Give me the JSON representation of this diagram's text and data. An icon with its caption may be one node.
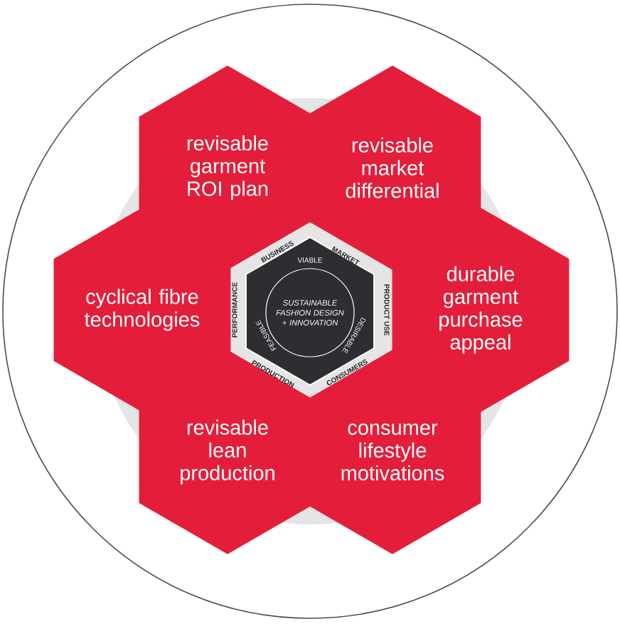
{
  "diagram": {
    "nodes": [
      {
        "text": [
          "revisable garment ROI plan"
        ]
      },
      {
        "text": [
          "revisable market differential"
        ]
      },
      {
        "text": [
          "cyclical fibre technologies"
        ]
      },
      {
        "text": [
          "durable garment purchase appeal"
        ]
      },
      {
        "text": [
          "revisable lean production"
        ]
      },
      {
        "text": [
          "consumer lifestyle motivations"
        ]
      },
      {
        "text": [
          "VIABLE",
          "DESIRABLE",
          "FEASIBLE"
        ]
      },
      {
        "text": [
          "SUSTAINABLE FASHION DESIGN + INNOVATION"
        ],
        "in": 6
      }
    ],
    "labels": [
      "BUSINESS",
      "MARKET",
      "PERFORMANCE",
      "PRODUCT USE",
      "PRODUCTION",
      "CONSUMERS"
    ]
  }
}
